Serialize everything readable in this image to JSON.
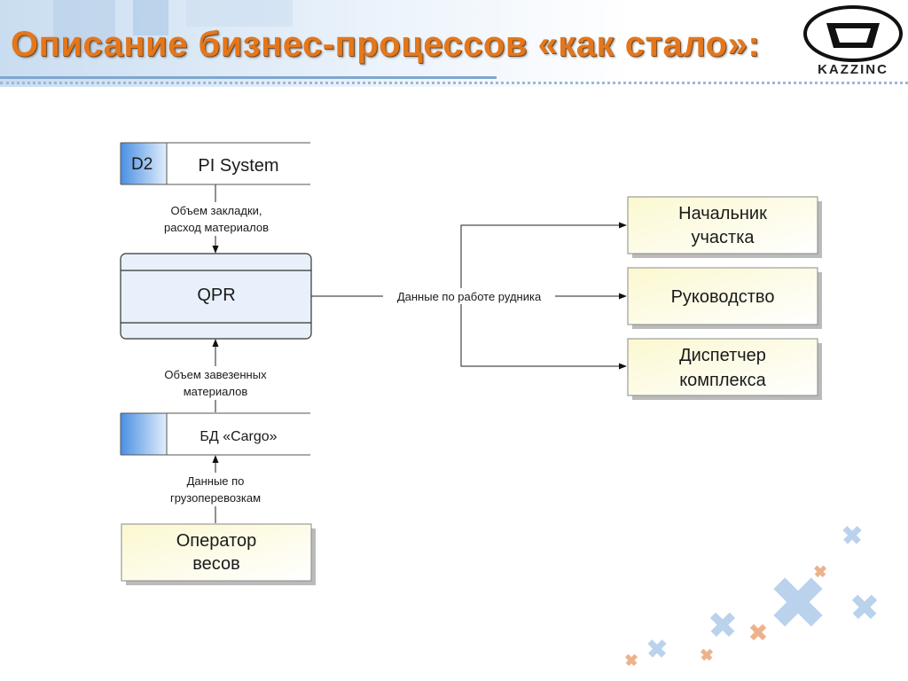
{
  "header": {
    "title": "Описание бизнес-процессов «как стало»:",
    "logo_text": "KAZZINC"
  },
  "diagram": {
    "datastores": [
      {
        "id": "D2",
        "name": "PI System"
      },
      {
        "id": "",
        "name": "БД «Cargo»"
      }
    ],
    "process": {
      "name": "QPR"
    },
    "entities": {
      "operator": [
        "Оператор",
        "весов"
      ],
      "targets": [
        [
          "Начальник",
          "участка"
        ],
        [
          "Руководство"
        ],
        [
          "Диспетчер",
          "комплекса"
        ]
      ]
    },
    "flows": {
      "pi_to_qpr": [
        "Объем закладки,",
        "расход материалов"
      ],
      "cargo_to_qpr": [
        "Объем завезенных",
        "материалов"
      ],
      "operator_to_cargo": [
        "Данные по",
        "грузоперевозкам"
      ],
      "qpr_to_targets": "Данные по работе рудника"
    }
  },
  "colors": {
    "title": "#e4771c",
    "accent_blue": "#4a90e2",
    "entity_fill": "#fdfde8",
    "process_fill": "#e8f1fb"
  }
}
